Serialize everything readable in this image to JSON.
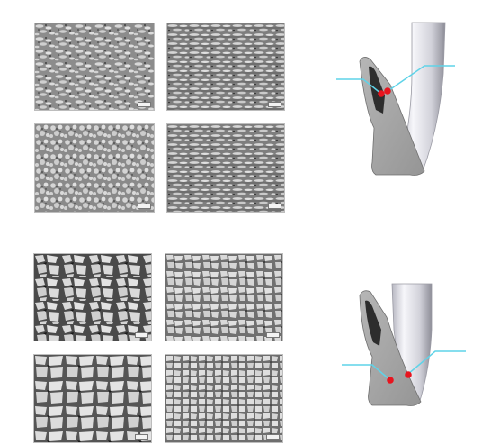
{
  "figure": {
    "group_top": {
      "micrographs": [
        {
          "id": "t1",
          "texture": "fine-elongated"
        },
        {
          "id": "t2",
          "texture": "fine-banded"
        },
        {
          "id": "t3",
          "texture": "fine-equiaxed"
        },
        {
          "id": "t4",
          "texture": "fine-banded"
        }
      ],
      "club_markers": 2,
      "callout_lines": 2
    },
    "group_bottom": {
      "micrographs": [
        {
          "id": "b1",
          "texture": "coarse"
        },
        {
          "id": "b2",
          "texture": "medium"
        },
        {
          "id": "b3",
          "texture": "coarse"
        },
        {
          "id": "b4",
          "texture": "medium"
        }
      ],
      "club_markers": 2,
      "callout_lines": 2
    },
    "colors": {
      "marker": "#e8141e",
      "callout": "#5fd3e8",
      "club_body": "#a9a9a9",
      "shaft": "#d5d5dc",
      "background": "#ffffff"
    }
  }
}
